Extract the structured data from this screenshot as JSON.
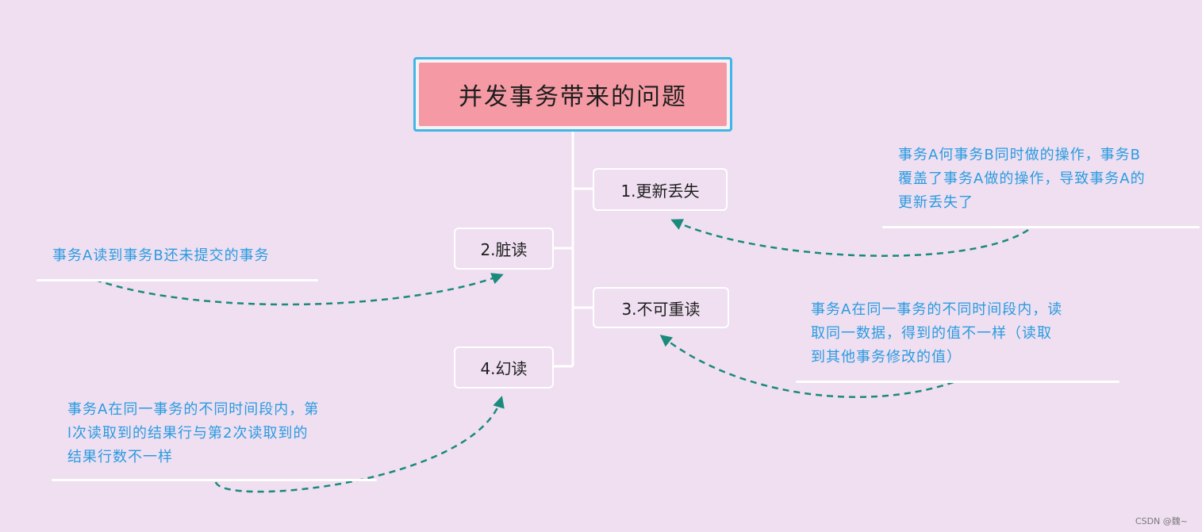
{
  "root": {
    "title": "并发事务带来的问题"
  },
  "branches": [
    {
      "label": "1.更新丢失"
    },
    {
      "label": "2.脏读"
    },
    {
      "label": "3.不可重读"
    },
    {
      "label": "4.幻读"
    }
  ],
  "notes": [
    {
      "lines": [
        "事务A何事务B同时做的操作，事务B",
        "覆盖了事务A做的操作，导致事务A的",
        "更新丢失了"
      ]
    },
    {
      "lines": [
        "事务A读到事务B还未提交的事务"
      ]
    },
    {
      "lines": [
        "事务A在同一事务的不同时间段内，读",
        "取同一数据，得到的值不一样（读取",
        "到其他事务修改的值）"
      ]
    },
    {
      "lines": [
        "事务A在同一事务的不同时间段内，第",
        "l次读取到的结果行与第2次读取到的",
        "结果行数不一样"
      ]
    }
  ],
  "watermark": "CSDN @魏~",
  "colors": {
    "background": "#efdff1",
    "root_fill": "#f59aa4",
    "root_border": "#3fb6e6",
    "note_text": "#2a9be0",
    "arrow": "#1a8a7c"
  }
}
